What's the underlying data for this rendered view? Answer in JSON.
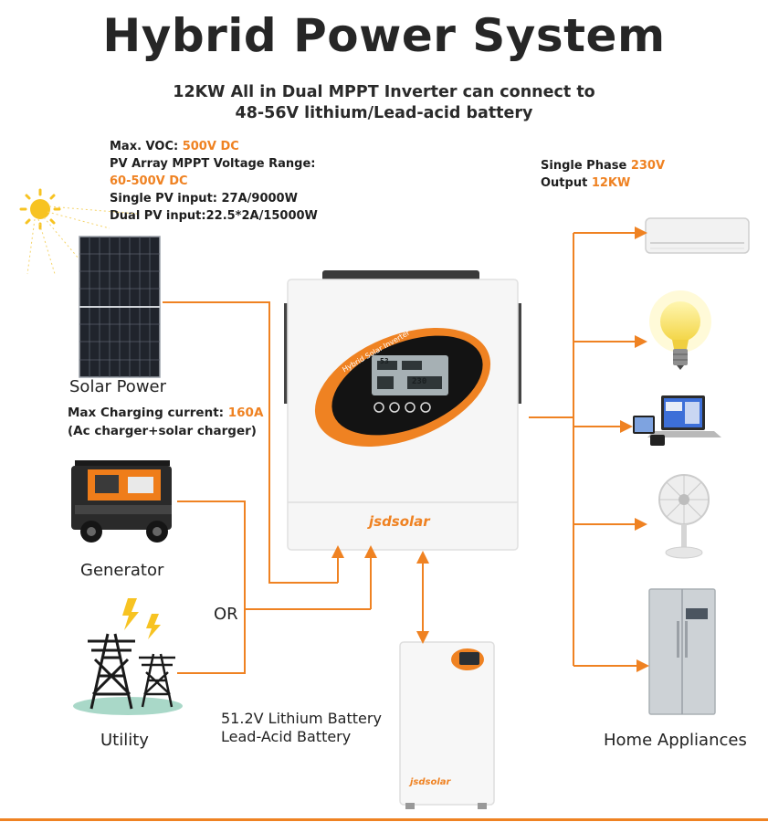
{
  "header": {
    "title": "Hybrid Power System",
    "subtitle_line1": "12KW All in Dual MPPT Inverter can connect to",
    "subtitle_line2": "48-56V lithium/Lead-acid battery"
  },
  "pv_specs": {
    "voc_label": "Max. VOC: ",
    "voc_value": "500V DC",
    "range_label": "PV Array MPPT Voltage Range:",
    "range_value": "60-500V DC",
    "single_pv": "Single PV input: 27A/9000W",
    "dual_pv": "Dual PV input:22.5*2A/15000W"
  },
  "output_specs": {
    "phase_label": "Single Phase ",
    "phase_value": "230V",
    "output_label": "Output ",
    "output_value": "12KW"
  },
  "solar": {
    "label": "Solar Power",
    "charging_label": "Max Charging current: ",
    "charging_value": "160A",
    "charging_note": "(Ac charger+solar charger)"
  },
  "generator": {
    "label": "Generator"
  },
  "or_label": "OR",
  "utility": {
    "label": "Utility"
  },
  "battery": {
    "label_line1": "51.2V Lithium Battery",
    "label_line2": "Lead-Acid Battery",
    "brand": "jsdsolar"
  },
  "inverter": {
    "brand": "jsdsolar",
    "panel_text": "Hybrid Solar Inverter",
    "lcd_reading": "53",
    "lcd_reading2": "230"
  },
  "appliances": {
    "label": "Home Appliances"
  },
  "colors": {
    "accent": "#ef8222",
    "wire": "#ef8222",
    "title": "#262626"
  }
}
